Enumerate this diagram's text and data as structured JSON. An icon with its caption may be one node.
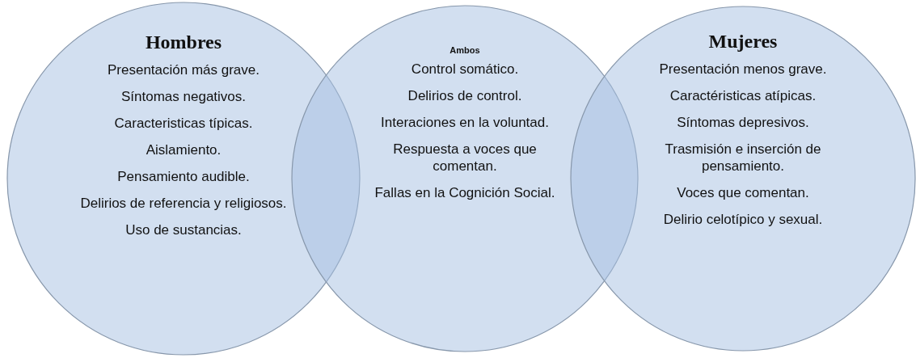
{
  "diagram": {
    "nodes": [
      {
        "text": [
          "Hombres",
          "Presentación más grave.",
          "Síntomas negativos.",
          "Caracteristicas típicas.",
          "Aislamiento.",
          "Pensamiento audible.",
          "Delirios de referencia y religiosos.",
          "Uso de sustancias."
        ]
      },
      {
        "text": [
          "Ambos",
          "Control somático.",
          "Delirios de control.",
          "Interaciones en la voluntad.",
          "Respuesta a voces que comentan.",
          "Fallas en la Cognición Social."
        ]
      },
      {
        "text": [
          "Mujeres",
          "Presentación menos grave.",
          "Caractéristicas atípicas.",
          "Síntomas depresivos.",
          "Trasmisión e inserción de pensamiento.",
          "Voces que comentan.",
          "Delirio celotípico y sexual."
        ]
      }
    ]
  }
}
